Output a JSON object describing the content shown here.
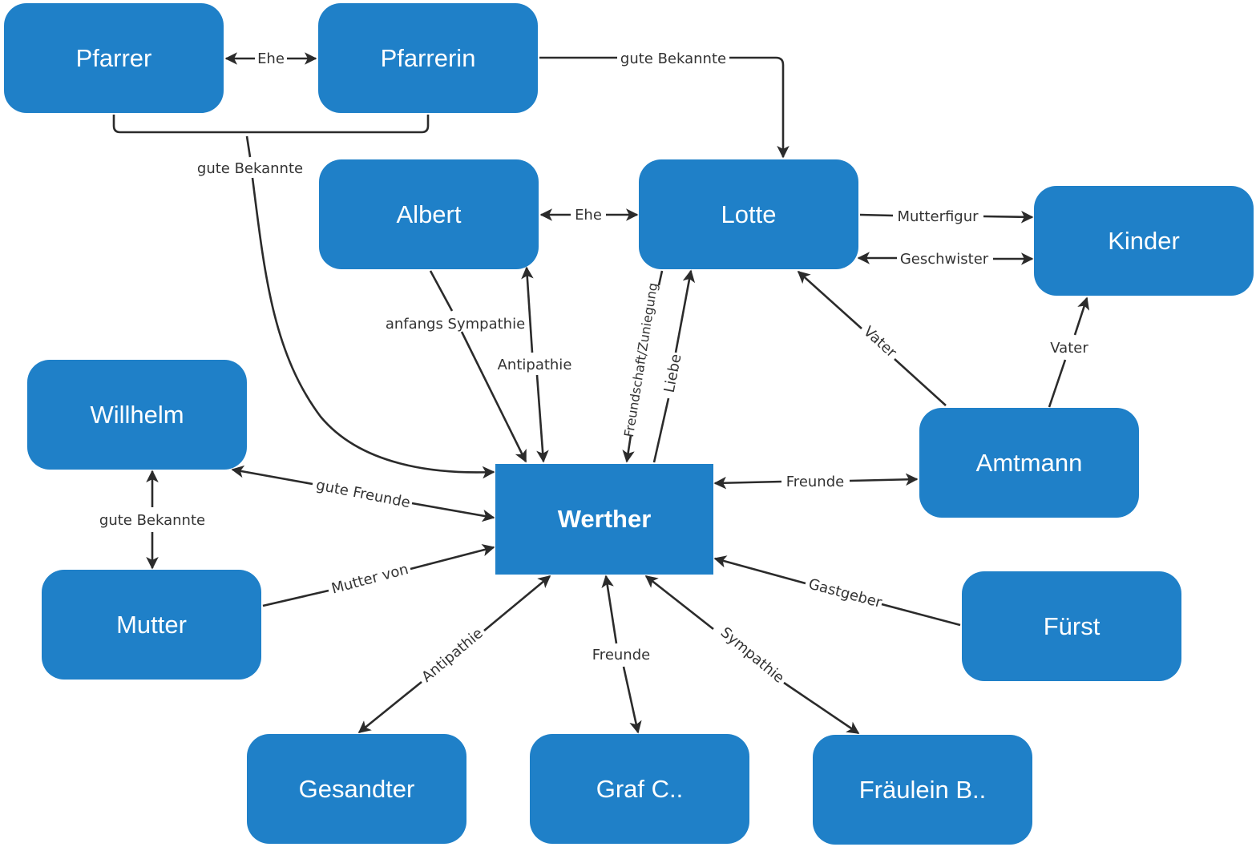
{
  "diagram": {
    "colors": {
      "node_fill": "#1f80c8",
      "node_text": "#ffffff",
      "edge": "#2b2b2b",
      "label_text": "#333333",
      "background": "#ffffff"
    },
    "nodes": [
      {
        "id": "pfarrer",
        "label": "Pfarrer"
      },
      {
        "id": "pfarrerin",
        "label": "Pfarrerin"
      },
      {
        "id": "albert",
        "label": "Albert"
      },
      {
        "id": "lotte",
        "label": "Lotte"
      },
      {
        "id": "kinder",
        "label": "Kinder"
      },
      {
        "id": "willhelm",
        "label": "Willhelm"
      },
      {
        "id": "werther",
        "label": "Werther"
      },
      {
        "id": "amtmann",
        "label": "Amtmann"
      },
      {
        "id": "mutter",
        "label": "Mutter"
      },
      {
        "id": "fuerst",
        "label": "Fürst"
      },
      {
        "id": "gesandter",
        "label": "Gesandter"
      },
      {
        "id": "graf",
        "label": "Graf C.."
      },
      {
        "id": "fraeulein",
        "label": "Fräulein B.."
      }
    ],
    "edges": [
      {
        "id": "e-pfarrer-pfarrerin",
        "from": "pfarrer",
        "to": "pfarrerin",
        "label": "Ehe",
        "direction": "both"
      },
      {
        "id": "e-pfarrerin-lotte",
        "from": "pfarrerin",
        "to": "lotte",
        "label": "gute Bekannte",
        "direction": "forward"
      },
      {
        "id": "e-pfarrpaar-werther",
        "from": "pfarrer+pfarrerin",
        "to": "werther",
        "label": "gute Bekannte",
        "direction": "forward"
      },
      {
        "id": "e-albert-lotte",
        "from": "albert",
        "to": "lotte",
        "label": "Ehe",
        "direction": "both"
      },
      {
        "id": "e-lotte-kinder-mutterfigur",
        "from": "lotte",
        "to": "kinder",
        "label": "Mutterfigur",
        "direction": "forward"
      },
      {
        "id": "e-lotte-kinder-geschwister",
        "from": "lotte",
        "to": "kinder",
        "label": "Geschwister",
        "direction": "both"
      },
      {
        "id": "e-albert-werther-sympathie",
        "from": "albert",
        "to": "werther",
        "label": "anfangs Sympathie",
        "direction": "forward"
      },
      {
        "id": "e-albert-werther-antipathie",
        "from": "albert",
        "to": "werther",
        "label": "Antipathie",
        "direction": "both"
      },
      {
        "id": "e-lotte-werther-freundschaft",
        "from": "lotte",
        "to": "werther",
        "label": "Freundschaft/Zuniegung",
        "direction": "forward"
      },
      {
        "id": "e-werther-lotte-liebe",
        "from": "werther",
        "to": "lotte",
        "label": "Liebe",
        "direction": "forward"
      },
      {
        "id": "e-amtmann-lotte",
        "from": "amtmann",
        "to": "lotte",
        "label": "Vater",
        "direction": "forward"
      },
      {
        "id": "e-amtmann-kinder",
        "from": "amtmann",
        "to": "kinder",
        "label": "Vater",
        "direction": "forward"
      },
      {
        "id": "e-willhelm-werther",
        "from": "willhelm",
        "to": "werther",
        "label": "gute Freunde",
        "direction": "both"
      },
      {
        "id": "e-willhelm-mutter",
        "from": "willhelm",
        "to": "mutter",
        "label": "gute Bekannte",
        "direction": "both"
      },
      {
        "id": "e-werther-amtmann",
        "from": "werther",
        "to": "amtmann",
        "label": "Freunde",
        "direction": "both"
      },
      {
        "id": "e-mutter-werther",
        "from": "mutter",
        "to": "werther",
        "label": "Mutter von",
        "direction": "forward"
      },
      {
        "id": "e-fuerst-werther",
        "from": "fuerst",
        "to": "werther",
        "label": "Gastgeber",
        "direction": "forward"
      },
      {
        "id": "e-gesandter-werther",
        "from": "gesandter",
        "to": "werther",
        "label": "Antipathie",
        "direction": "both"
      },
      {
        "id": "e-graf-werther",
        "from": "graf",
        "to": "werther",
        "label": "Freunde",
        "direction": "both"
      },
      {
        "id": "e-fraeulein-werther",
        "from": "fraeulein",
        "to": "werther",
        "label": "Sympathie",
        "direction": "both"
      }
    ]
  }
}
